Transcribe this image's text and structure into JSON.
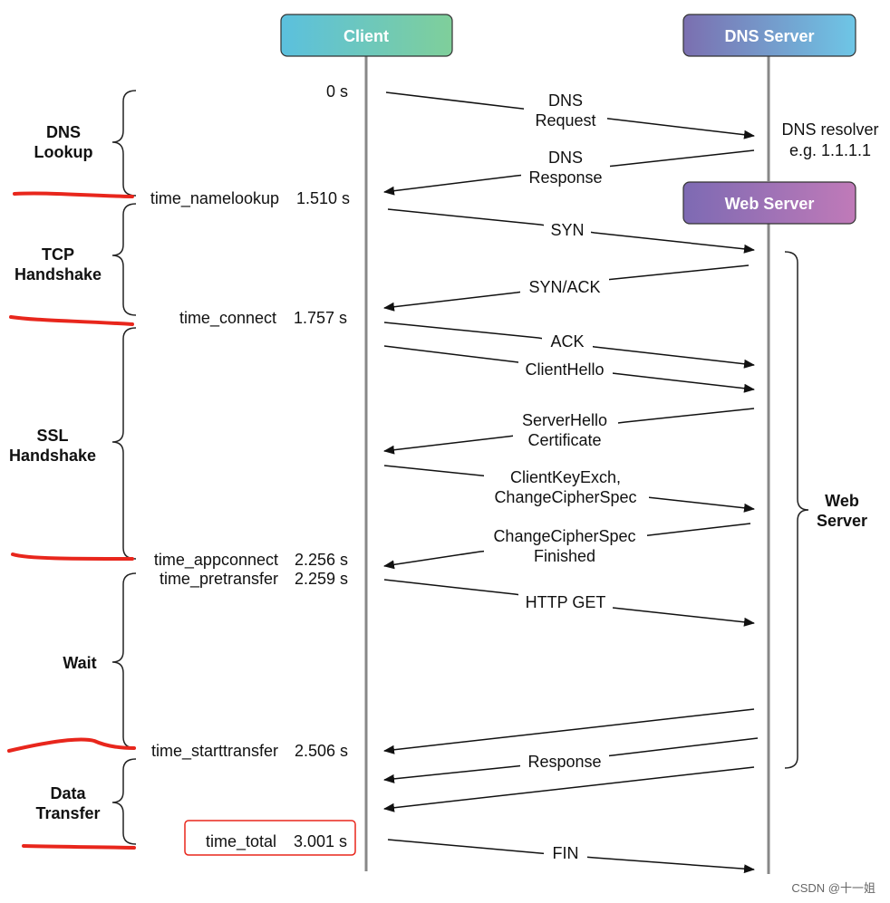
{
  "actors": {
    "client": "Client",
    "dns_server": "DNS Server",
    "web_server": "Web Server"
  },
  "dns_resolver": {
    "line1": "DNS resolver",
    "line2": "e.g. 1.1.1.1"
  },
  "phases": [
    {
      "id": "dns",
      "lines": [
        "DNS",
        "Lookup"
      ]
    },
    {
      "id": "tcp",
      "lines": [
        "TCP",
        "Handshake"
      ]
    },
    {
      "id": "ssl",
      "lines": [
        "SSL",
        "Handshake"
      ]
    },
    {
      "id": "wait",
      "lines": [
        "Wait"
      ]
    },
    {
      "id": "transfer",
      "lines": [
        "Data",
        "Transfer"
      ]
    }
  ],
  "timings": [
    {
      "id": "start",
      "name": "",
      "value": "0 s"
    },
    {
      "id": "namelookup",
      "name": "time_namelookup",
      "value": "1.510 s"
    },
    {
      "id": "connect",
      "name": "time_connect",
      "value": "1.757 s"
    },
    {
      "id": "appconnect",
      "name": "time_appconnect",
      "value": "2.256 s"
    },
    {
      "id": "pretransfer",
      "name": "time_pretransfer",
      "value": "2.259 s"
    },
    {
      "id": "starttransfer",
      "name": "time_starttransfer",
      "value": "2.506 s"
    },
    {
      "id": "total",
      "name": "time_total",
      "value": "3.001 s"
    }
  ],
  "messages": [
    {
      "id": "dns-request",
      "lines": [
        "DNS",
        "Request"
      ]
    },
    {
      "id": "dns-response",
      "lines": [
        "DNS",
        "Response"
      ]
    },
    {
      "id": "syn",
      "lines": [
        "SYN"
      ]
    },
    {
      "id": "syn-ack",
      "lines": [
        "SYN/ACK"
      ]
    },
    {
      "id": "ack",
      "lines": [
        "ACK"
      ]
    },
    {
      "id": "client-hello",
      "lines": [
        "ClientHello"
      ]
    },
    {
      "id": "server-hello",
      "lines": [
        "ServerHello",
        "Certificate"
      ]
    },
    {
      "id": "client-key-exch",
      "lines": [
        "ClientKeyExch,",
        "ChangeCipherSpec"
      ]
    },
    {
      "id": "change-cipher-spec",
      "lines": [
        "ChangeCipherSpec",
        "Finished"
      ]
    },
    {
      "id": "http-get",
      "lines": [
        "HTTP GET"
      ]
    },
    {
      "id": "response",
      "lines": [
        "Response"
      ]
    },
    {
      "id": "fin",
      "lines": [
        "FIN"
      ]
    }
  ],
  "web_server_brace_label": [
    "Web",
    "Server"
  ],
  "watermark": "CSDN @十一姐",
  "colors": {
    "client_header_start": "#5bc0de",
    "client_header_end": "#7fcf9a",
    "dns_header_start": "#7b6fb0",
    "dns_header_end": "#6ec6e6",
    "web_header_start": "#7d6ab3",
    "web_header_end": "#c07ab8",
    "annotation_red": "#e8261c",
    "lifeline": "#888888",
    "ink": "#111111"
  }
}
